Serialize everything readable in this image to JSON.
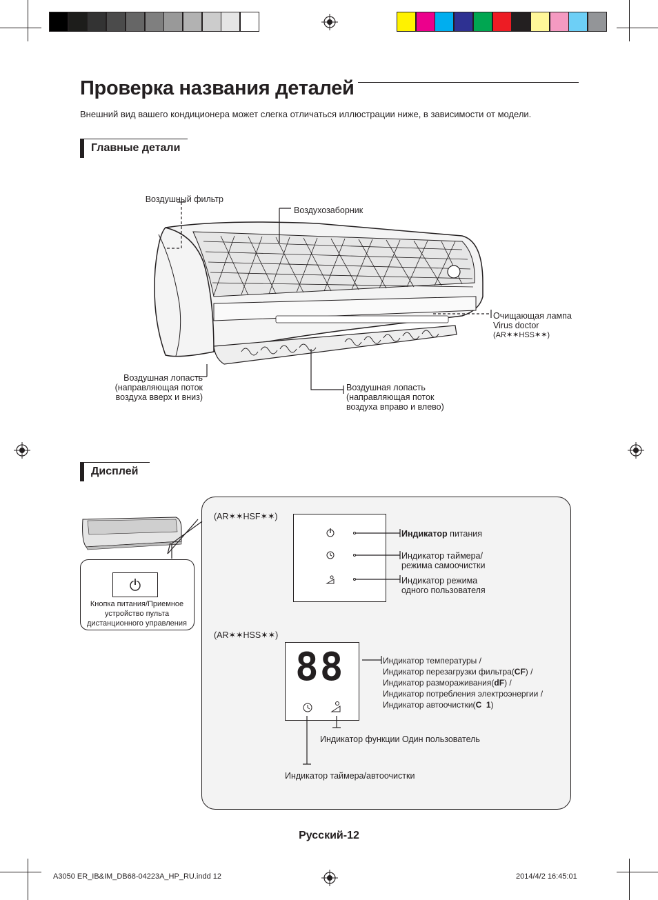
{
  "swatches_gray": [
    "#000000",
    "#1d1d1b",
    "#333333",
    "#4b4b4b",
    "#666666",
    "#7f7f7f",
    "#999999",
    "#b2b2b2",
    "#cccccc",
    "#e5e5e5",
    "#ffffff"
  ],
  "swatches_color": [
    "#fff200",
    "#ec008c",
    "#00aeef",
    "#2e3192",
    "#00a651",
    "#ed1c24",
    "#231f20",
    "#fff799",
    "#f49ac1",
    "#6dcff6",
    "#939598"
  ],
  "title": "Проверка названия деталей",
  "intro": "Внешний вид вашего кондиционера может слегка отличаться иллюстрации ниже, в зависимости от модели.",
  "main_parts": {
    "heading": "Главные детали",
    "air_filter": "Воздушный фильтр",
    "air_intake": "Воздухозаборник",
    "lamp_line1": "Очищающая лампа",
    "lamp_line2": "Virus doctor",
    "lamp_model": "(AR✶✶HSS✶✶)",
    "blade_vertical_1": "Воздушная лопасть",
    "blade_vertical_2": "(направляющая поток",
    "blade_vertical_3": "воздуха вверх и вниз)",
    "blade_horizontal_1": "Воздушная лопасть",
    "blade_horizontal_2": "(направляющая поток",
    "blade_horizontal_3": "воздуха вправо и влево)"
  },
  "display": {
    "heading": "Дисплей",
    "power_button_1": "Кнопка питания/Приемное",
    "power_button_2": "устройство пульта",
    "power_button_3": "дистанционного управления",
    "hsf_model": "(AR✶✶HSF✶✶)",
    "hsf_power_bold": "Индикатор",
    "hsf_power_rest": " питания",
    "hsf_timer_1": "Индикатор таймера/",
    "hsf_timer_2": "режима самоочистки",
    "hsf_single_1": "Индикатор режима",
    "hsf_single_2": "одного пользователя",
    "hss_model": "(AR✶✶HSS✶✶)",
    "hss_seg_digits": "88",
    "hss_temp_1": "Индикатор температуры /",
    "hss_temp_2a": "Индикатор перезагрузки фильтра(",
    "hss_temp_2code": "CF",
    "hss_temp_2b": ") /",
    "hss_temp_3a": "Индикатор размораживания(",
    "hss_temp_3code": "dF",
    "hss_temp_3b": ") /",
    "hss_temp_4": "Индикатор потребления электроэнергии /",
    "hss_temp_5a": "Индикатор автоочистки(",
    "hss_temp_5code": "C  1",
    "hss_temp_5b": ")",
    "hss_single": "Индикатор функции Один пользователь",
    "hss_timer": "Индикатор таймера/автоочистки"
  },
  "page_number": "Русский-12",
  "footer_file": "A3050 ER_IB&IM_DB68-04223A_HP_RU.indd   12",
  "footer_date": "2014/4/2   16:45:01"
}
